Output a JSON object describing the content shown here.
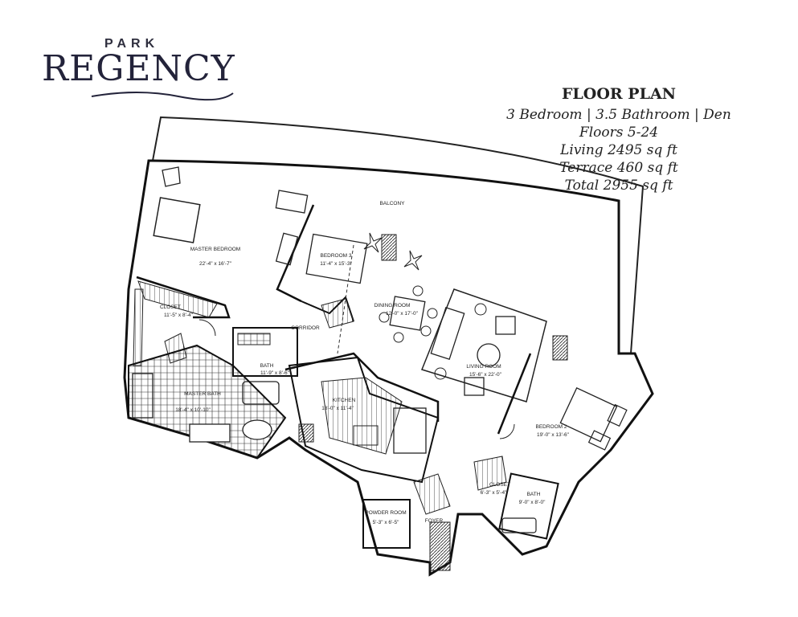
{
  "logo": {
    "line1": "PARK",
    "line2": "REGENCY"
  },
  "info": {
    "title": "FLOOR PLAN",
    "config": "3 Bedroom | 3.5 Bathroom | Den",
    "floors": "Floors 5-24",
    "living": "Living 2495 sq ft",
    "terrace": "Terrace 460 sq ft",
    "total": "Total 2955 sq ft"
  },
  "rooms": {
    "balcony": "BALCONY",
    "master_bedroom": "MASTER BEDROOM",
    "master_bedroom_dim": "22'-4\" x 16'-7\"",
    "bedroom3": "BEDROOM 3",
    "bedroom3_dim": "11'-4\" x 15'-3\"",
    "closet": "CLOSET",
    "closet_dim": "11'-5\" x 8'-4\"",
    "corridor": "CORRIDOR",
    "dining": "DINING ROOM",
    "dining_dim": "12'-0\" x 17'-0\"",
    "living": "LIVING ROOM",
    "living_dim": "15'-6\" x 22'-0\"",
    "bath": "BATH",
    "bath_dim": "11'-9\" x 8'-6\"",
    "master_bath": "MASTER BATH",
    "master_bath_dim": "18'-4\" x 10'-10\"",
    "kitchen": "KITCHEN",
    "kitchen_dim": "18'-0\" x 11'-4\"",
    "bedroom2": "BEDROOM 2",
    "bedroom2_dim": "19'-0\" x 13'-6\"",
    "closet2": "CLOSET",
    "closet2_dim": "6'-3\" x 5'-4\"",
    "bath2": "BATH",
    "bath2_dim": "9'-0\" x 8'-0\"",
    "powder": "POWDER ROOM",
    "powder_dim": "5'-3\" x 6'-5\"",
    "foyer": "FOYER"
  }
}
